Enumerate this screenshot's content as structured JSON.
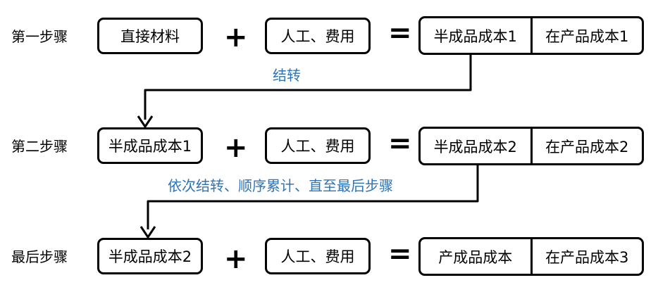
{
  "steps": [
    {
      "label": "第一步骤",
      "input": "直接材料",
      "plus": "+",
      "labor": "人工、费用",
      "equals": "=",
      "out_left": "半成品成本1",
      "out_right": "在产品成本1"
    },
    {
      "label": "第二步骤",
      "input": "半成品成本1",
      "plus": "+",
      "labor": "人工、费用",
      "equals": "=",
      "out_left": "半成品成本2",
      "out_right": "在产品成本2"
    },
    {
      "label": "最后步骤",
      "input": "半成品成本2",
      "plus": "+",
      "labor": "人工、费用",
      "equals": "=",
      "out_left": "产成品成本",
      "out_right": "在产品成本3"
    }
  ],
  "transfers": [
    "结转",
    "依次结转、顺序累计、直至最后步骤"
  ],
  "colors": {
    "line": "#000000",
    "note": "#2e75b6"
  }
}
